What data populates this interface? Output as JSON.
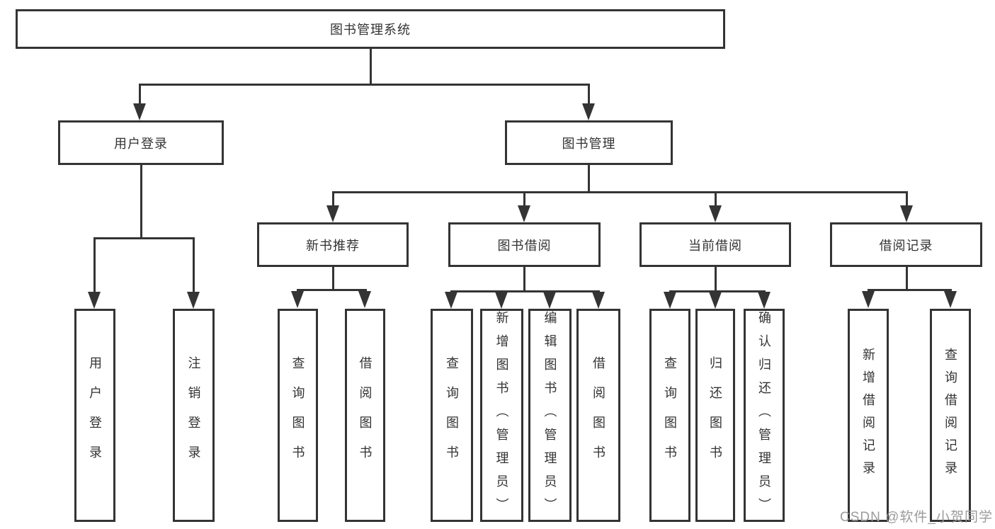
{
  "diagram": {
    "title": "图书管理系统",
    "branches": {
      "user_login": {
        "label": "用户登录",
        "children": [
          "用户登录",
          "注销登录"
        ]
      },
      "book_mgmt": {
        "label": "图书管理",
        "sections": {
          "new_book": {
            "label": "新书推荐",
            "children": [
              "查询图书",
              "借阅图书"
            ]
          },
          "book_borrow": {
            "label": "图书借阅",
            "children": [
              "查询图书",
              "新增图书（管理员）",
              "编辑图书（管理员）",
              "借阅图书"
            ]
          },
          "current_borrow": {
            "label": "当前借阅",
            "children": [
              "查询图书",
              "归还图书",
              "确认归还（管理员）"
            ]
          },
          "borrow_record": {
            "label": "借阅记录",
            "children": [
              "新增借阅记录",
              "查询借阅记录"
            ]
          }
        }
      }
    }
  },
  "watermark": "CSDN @软件_小贺同学",
  "colors": {
    "line": "#343434",
    "text": "#333333",
    "watermark": "#9b9b9b",
    "background": "#ffffff"
  }
}
